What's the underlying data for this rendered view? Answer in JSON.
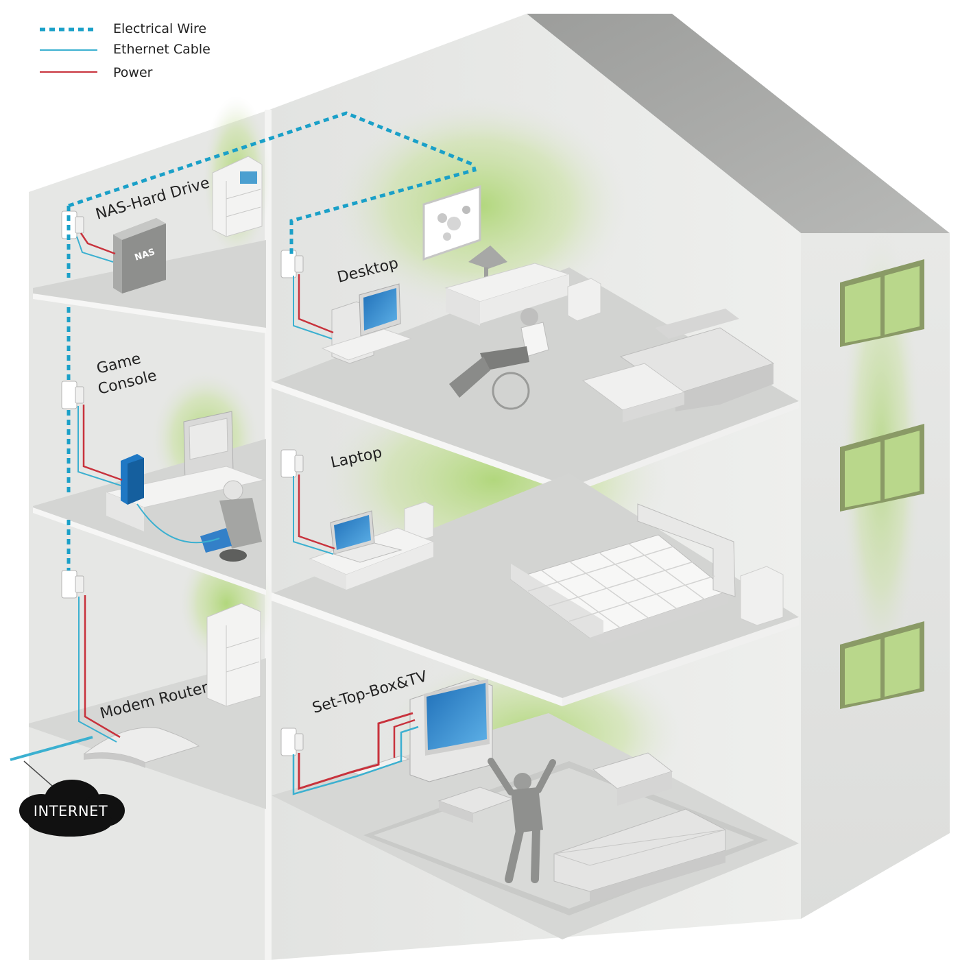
{
  "legend": {
    "items": [
      {
        "label": "Electrical Wire",
        "style": "dotted",
        "color": "#1aa0c8"
      },
      {
        "label": "Ethernet Cable",
        "style": "solid",
        "color": "#3bb0d0"
      },
      {
        "label": "Power",
        "style": "solid",
        "color": "#c8323c"
      }
    ]
  },
  "rooms": {
    "nas": {
      "label": "NAS-Hard Drive",
      "device_text": "NAS"
    },
    "desktop": {
      "label": "Desktop"
    },
    "game": {
      "label_line1": "Game",
      "label_line2": "Console"
    },
    "laptop": {
      "label": "Laptop"
    },
    "modem": {
      "label": "Modem  Router"
    },
    "tv": {
      "label": "Set-Top-Box&TV"
    }
  },
  "internet": {
    "label": "INTERNET"
  },
  "colors": {
    "electrical": "#1aa0c8",
    "ethernet": "#3bb0d0",
    "power": "#c8323c",
    "green_glow": "#a8d46a",
    "roof": "#a9aaa8",
    "wall": "#e4e5e3",
    "floor": "#d2d3d1"
  }
}
